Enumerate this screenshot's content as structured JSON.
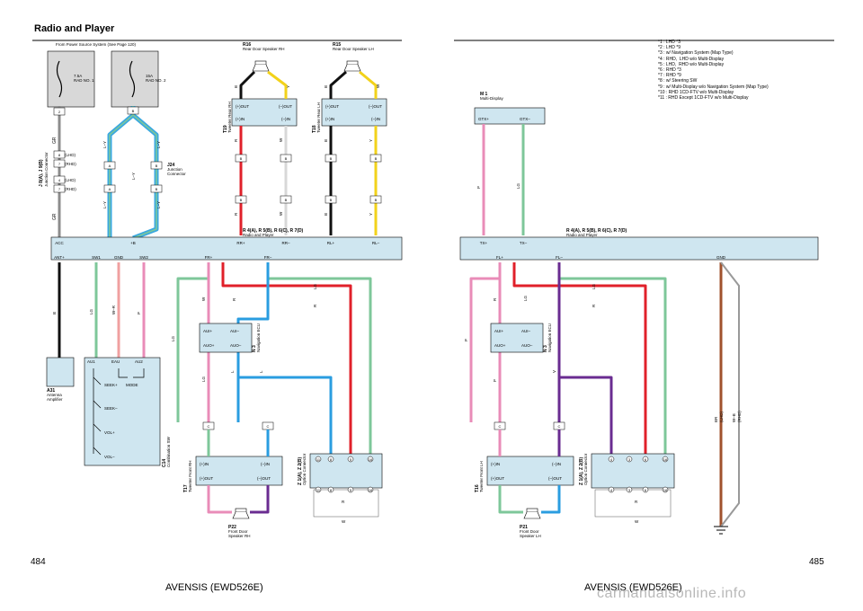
{
  "title": "Radio and Player",
  "page_left": "484",
  "page_right": "485",
  "footer_left": "AVENSIS (EWD526E)",
  "footer_right": "AVENSIS (EWD526E)",
  "watermark": "carmanualsonline.info",
  "notes": [
    "*1 : LHD *3",
    "*2 : LHD *9",
    "*3 : w/ Navigation System (Map Type)",
    "*4 : RHD,  LHD w/o Multi-Display",
    "*5 : LHD,  RHD w/o Multi-Display",
    "*6 : RHD *3",
    "*7 : RHD *9",
    "*8 : w/ Steering SW",
    "*9 : w/ Multi-Display w/o Navigation System (Map Type)",
    "*10 : RHD 1CD-FTV w/o Multi-Display",
    "*11 : RHD Except 1CD-FTV w/o Multi-Display"
  ],
  "left": {
    "source": "From Power Source System (See Page 120)",
    "fuse1": [
      "7.5A",
      "RAD NO. 1"
    ],
    "fuse2": [
      "15A",
      "RAD NO. 2"
    ],
    "jb": "J 8(A), J 9(B)",
    "jb_sub": "Junction Connector",
    "lhd": "(LHD)",
    "rhd": "(RHD)",
    "j24": [
      "J24",
      "Junction",
      "Connector"
    ],
    "r16": [
      "R16",
      "Rear Door Speaker RH"
    ],
    "r15": [
      "R15",
      "Rear Door Speaker LH"
    ],
    "t19": [
      "T19",
      "Tweeter Rear RH"
    ],
    "t18": [
      "T18",
      "Tweeter Rear LH"
    ],
    "tw_pins": [
      "(+)OUT",
      "(–)OUT",
      "(+)IN",
      "(–)IN"
    ],
    "radio": [
      "R 4(A), R 5(B), R 6(C), R 7(D)",
      "Radio and Player"
    ],
    "radio_top": [
      "ACC",
      "+B",
      "RR+",
      "RR–",
      "RL+",
      "RL–"
    ],
    "radio_bot": [
      "ANT+",
      "SW1",
      "GND",
      "SW2",
      "FR+",
      "FR–"
    ],
    "a31": [
      "A31",
      "Antenna",
      "Amplifier"
    ],
    "c14": [
      "C14",
      "Combination SW"
    ],
    "sw": [
      "AU1",
      "EAU",
      "AU2",
      "SEEK+",
      "MODE",
      "SEEK–",
      "VOL+",
      "VOL–"
    ],
    "n3": [
      "N 3",
      "Navigation ECU"
    ],
    "aux": [
      "AUI+",
      "AUI–",
      "AUO+",
      "AUO–"
    ],
    "t17": [
      "T17",
      "Tweeter Front RH"
    ],
    "t17_pins": [
      "(+)IN",
      "(–)IN",
      "(+)OUT",
      "(–)OUT"
    ],
    "p22": [
      "P22",
      "Front Door",
      "Speaker RH"
    ],
    "z1": [
      "Z 1(A), Z 2(B)",
      "Option Connector",
      "(Navigation ECU)"
    ],
    "colors": [
      "GR",
      "L–Y",
      "B",
      "W",
      "R",
      "Y",
      "LG",
      "P",
      "W–R",
      "L"
    ]
  },
  "right": {
    "m1": [
      "M 1",
      "Multi-Display"
    ],
    "m1_pins": [
      "GTX+",
      "GTX–"
    ],
    "radio": [
      "R 4(A), R 5(B), R 6(C), R 7(D)",
      "Radio and Player"
    ],
    "radio_top": [
      "TX+",
      "TX–"
    ],
    "radio_bot": [
      "FL+",
      "FL–",
      "GND"
    ],
    "n3": [
      "N 3",
      "Navigation ECU"
    ],
    "t16": [
      "T16",
      "Tweeter Front LH"
    ],
    "p21": [
      "P21",
      "Front Door",
      "Speaker LH"
    ],
    "z1": [
      "Z 1(A), Z 2(B)",
      "Option Connector",
      "(Navigation ECU)"
    ],
    "ground": [
      "BR",
      "(LHD)",
      "W–B",
      "(RHD)"
    ],
    "colors": [
      "P",
      "LG",
      "R",
      "V",
      "L",
      "W"
    ]
  },
  "icons": [
    "fuse-icon",
    "speaker-icon",
    "ground-icon",
    "switch-icon"
  ]
}
